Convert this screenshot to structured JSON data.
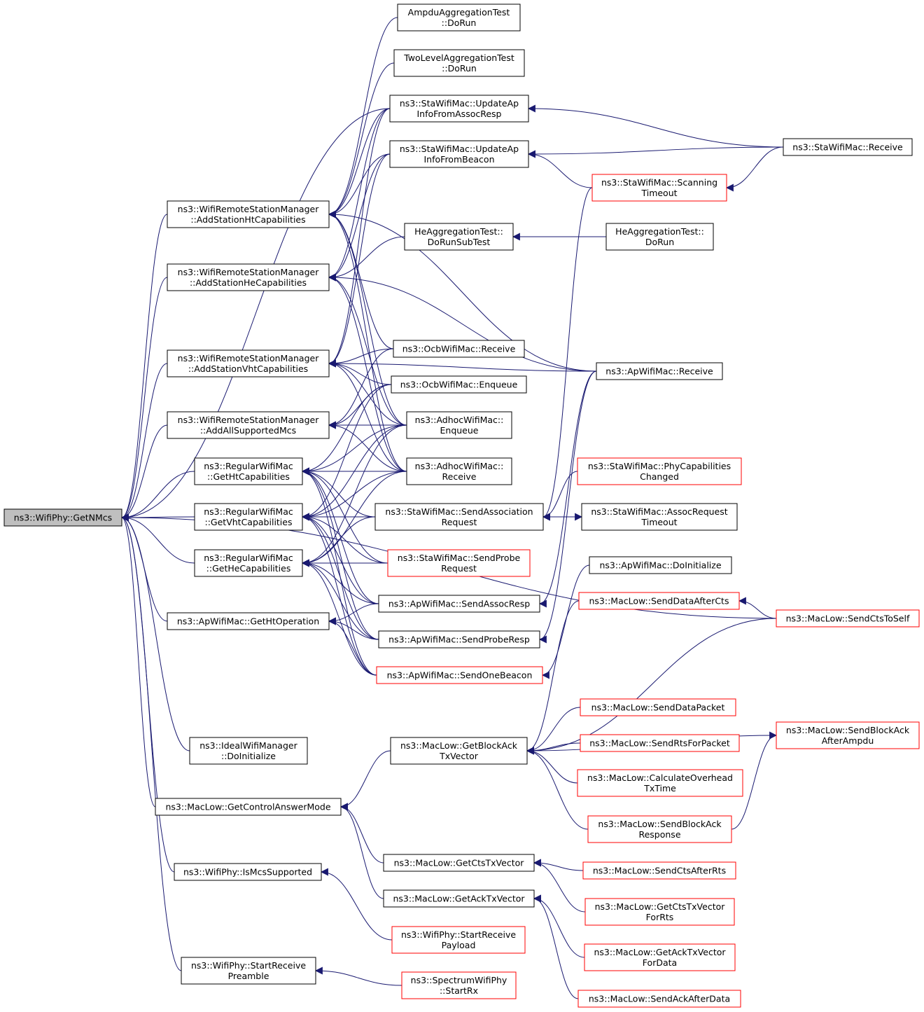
{
  "title": "",
  "colors": {
    "edge": "#191970",
    "node_border": "#000000",
    "undocumented_border": "#ff0000",
    "root_fill": "#bfbfbf",
    "node_fill": "#ffffff"
  },
  "nodes": [
    {
      "id": "root",
      "lines": [
        "ns3::WifiPhy::GetNMcs"
      ],
      "style": "root"
    },
    {
      "id": "addHt",
      "lines": [
        "ns3::WifiRemoteStationManager",
        "::AddStationHtCapabilities"
      ],
      "style": "normal"
    },
    {
      "id": "addHe",
      "lines": [
        "ns3::WifiRemoteStationManager",
        "::AddStationHeCapabilities"
      ],
      "style": "normal"
    },
    {
      "id": "addVht",
      "lines": [
        "ns3::WifiRemoteStationManager",
        "::AddStationVhtCapabilities"
      ],
      "style": "normal"
    },
    {
      "id": "addAll",
      "lines": [
        "ns3::WifiRemoteStationManager",
        "::AddAllSupportedMcs"
      ],
      "style": "normal"
    },
    {
      "id": "getHt",
      "lines": [
        "ns3::RegularWifiMac",
        "::GetHtCapabilities"
      ],
      "style": "normal"
    },
    {
      "id": "getVht",
      "lines": [
        "ns3::RegularWifiMac",
        "::GetVhtCapabilities"
      ],
      "style": "normal"
    },
    {
      "id": "getHe",
      "lines": [
        "ns3::RegularWifiMac",
        "::GetHeCapabilities"
      ],
      "style": "normal"
    },
    {
      "id": "getHtOp",
      "lines": [
        "ns3::ApWifiMac::GetHtOperation"
      ],
      "style": "normal"
    },
    {
      "id": "idealInit",
      "lines": [
        "ns3::IdealWifiManager",
        "::DoInitialize"
      ],
      "style": "normal"
    },
    {
      "id": "ctrlMode",
      "lines": [
        "ns3::MacLow::GetControlAnswerMode"
      ],
      "style": "normal"
    },
    {
      "id": "isMcs",
      "lines": [
        "ns3::WifiPhy::IsMcsSupported"
      ],
      "style": "normal"
    },
    {
      "id": "startPre",
      "lines": [
        "ns3::WifiPhy::StartReceive",
        "Preamble"
      ],
      "style": "normal"
    },
    {
      "id": "ampdu",
      "lines": [
        "AmpduAggregationTest",
        "::DoRun"
      ],
      "style": "normal"
    },
    {
      "id": "twoLevel",
      "lines": [
        "TwoLevelAggregationTest",
        "::DoRun"
      ],
      "style": "normal"
    },
    {
      "id": "updAssoc",
      "lines": [
        "ns3::StaWifiMac::UpdateAp",
        "InfoFromAssocResp"
      ],
      "style": "normal"
    },
    {
      "id": "updBeacon",
      "lines": [
        "ns3::StaWifiMac::UpdateAp",
        "InfoFromBeacon"
      ],
      "style": "normal"
    },
    {
      "id": "heSub",
      "lines": [
        "HeAggregationTest::",
        "DoRunSubTest"
      ],
      "style": "normal"
    },
    {
      "id": "ocbRecv",
      "lines": [
        "ns3::OcbWifiMac::Receive"
      ],
      "style": "normal"
    },
    {
      "id": "ocbEnq",
      "lines": [
        "ns3::OcbWifiMac::Enqueue"
      ],
      "style": "normal"
    },
    {
      "id": "adhocEnq",
      "lines": [
        "ns3::AdhocWifiMac::",
        "Enqueue"
      ],
      "style": "normal"
    },
    {
      "id": "adhocRecv",
      "lines": [
        "ns3::AdhocWifiMac::",
        "Receive"
      ],
      "style": "normal"
    },
    {
      "id": "sendAssocReq",
      "lines": [
        "ns3::StaWifiMac::SendAssociation",
        "Request"
      ],
      "style": "normal"
    },
    {
      "id": "sendProbeReq",
      "lines": [
        "ns3::StaWifiMac::SendProbe",
        "Request"
      ],
      "style": "red"
    },
    {
      "id": "sendAssocResp",
      "lines": [
        "ns3::ApWifiMac::SendAssocResp"
      ],
      "style": "normal"
    },
    {
      "id": "sendProbeResp",
      "lines": [
        "ns3::ApWifiMac::SendProbeResp"
      ],
      "style": "normal"
    },
    {
      "id": "sendOneBeacon",
      "lines": [
        "ns3::ApWifiMac::SendOneBeacon"
      ],
      "style": "red"
    },
    {
      "id": "getBlockAck",
      "lines": [
        "ns3::MacLow::GetBlockAck",
        "TxVector"
      ],
      "style": "normal"
    },
    {
      "id": "getCts",
      "lines": [
        "ns3::MacLow::GetCtsTxVector"
      ],
      "style": "normal"
    },
    {
      "id": "getAck",
      "lines": [
        "ns3::MacLow::GetAckTxVector"
      ],
      "style": "normal"
    },
    {
      "id": "startPay",
      "lines": [
        "ns3::WifiPhy::StartReceive",
        "Payload"
      ],
      "style": "red"
    },
    {
      "id": "specRx",
      "lines": [
        "ns3::SpectrumWifiPhy",
        "::StartRx"
      ],
      "style": "red"
    },
    {
      "id": "staRecv",
      "lines": [
        "ns3::StaWifiMac::Receive"
      ],
      "style": "normal"
    },
    {
      "id": "scanTimeout",
      "lines": [
        "ns3::StaWifiMac::Scanning",
        "Timeout"
      ],
      "style": "red"
    },
    {
      "id": "heDoRun",
      "lines": [
        "HeAggregationTest::",
        "DoRun"
      ],
      "style": "normal"
    },
    {
      "id": "apRecv",
      "lines": [
        "ns3::ApWifiMac::Receive"
      ],
      "style": "normal"
    },
    {
      "id": "phyCap",
      "lines": [
        "ns3::StaWifiMac::PhyCapabilities",
        "Changed"
      ],
      "style": "red"
    },
    {
      "id": "assocTimeout",
      "lines": [
        "ns3::StaWifiMac::AssocRequest",
        "Timeout"
      ],
      "style": "normal"
    },
    {
      "id": "apInit",
      "lines": [
        "ns3::ApWifiMac::DoInitialize"
      ],
      "style": "normal"
    },
    {
      "id": "sendDataAfterCts",
      "lines": [
        "ns3::MacLow::SendDataAfterCts"
      ],
      "style": "red"
    },
    {
      "id": "sendCtsToSelf",
      "lines": [
        "ns3::MacLow::SendCtsToSelf"
      ],
      "style": "red"
    },
    {
      "id": "sendDataPacket",
      "lines": [
        "ns3::MacLow::SendDataPacket"
      ],
      "style": "red"
    },
    {
      "id": "sendRtsForPacket",
      "lines": [
        "ns3::MacLow::SendRtsForPacket"
      ],
      "style": "red"
    },
    {
      "id": "calcOverhead",
      "lines": [
        "ns3::MacLow::CalculateOverhead",
        "TxTime"
      ],
      "style": "red"
    },
    {
      "id": "sendBlockAckResp",
      "lines": [
        "ns3::MacLow::SendBlockAck",
        "Response"
      ],
      "style": "red"
    },
    {
      "id": "sendBlockAckAfter",
      "lines": [
        "ns3::MacLow::SendBlockAck",
        "AfterAmpdu"
      ],
      "style": "red"
    },
    {
      "id": "sendCtsAfterRts",
      "lines": [
        "ns3::MacLow::SendCtsAfterRts"
      ],
      "style": "red"
    },
    {
      "id": "getCtsForRts",
      "lines": [
        "ns3::MacLow::GetCtsTxVector",
        "ForRts"
      ],
      "style": "red"
    },
    {
      "id": "getAckForData",
      "lines": [
        "ns3::MacLow::GetAckTxVector",
        "ForData"
      ],
      "style": "red"
    },
    {
      "id": "sendAckAfterData",
      "lines": [
        "ns3::MacLow::SendAckAfterData"
      ],
      "style": "red"
    }
  ],
  "edges": [
    [
      "root",
      "addHt"
    ],
    [
      "root",
      "addHe"
    ],
    [
      "root",
      "addVht"
    ],
    [
      "root",
      "addAll"
    ],
    [
      "root",
      "getHt"
    ],
    [
      "root",
      "getVht"
    ],
    [
      "root",
      "getHe"
    ],
    [
      "root",
      "getHtOp"
    ],
    [
      "root",
      "idealInit"
    ],
    [
      "root",
      "ctrlMode"
    ],
    [
      "root",
      "isMcs"
    ],
    [
      "root",
      "startPre"
    ],
    [
      "root",
      "updAssoc"
    ],
    [
      "root",
      "sendCtsToSelf"
    ],
    [
      "addHt",
      "ampdu"
    ],
    [
      "addHt",
      "twoLevel"
    ],
    [
      "addHt",
      "updAssoc"
    ],
    [
      "addHt",
      "updBeacon"
    ],
    [
      "addHt",
      "ocbRecv"
    ],
    [
      "addHt",
      "adhocEnq"
    ],
    [
      "addHt",
      "adhocRecv"
    ],
    [
      "addHt",
      "apRecv"
    ],
    [
      "addHe",
      "heSub"
    ],
    [
      "addHe",
      "updAssoc"
    ],
    [
      "addHe",
      "updBeacon"
    ],
    [
      "addHe",
      "adhocEnq"
    ],
    [
      "addHe",
      "adhocRecv"
    ],
    [
      "addHe",
      "apRecv"
    ],
    [
      "addVht",
      "updAssoc"
    ],
    [
      "addVht",
      "updBeacon"
    ],
    [
      "addVht",
      "ocbRecv"
    ],
    [
      "addVht",
      "ocbEnq"
    ],
    [
      "addVht",
      "adhocEnq"
    ],
    [
      "addVht",
      "adhocRecv"
    ],
    [
      "addVht",
      "apRecv"
    ],
    [
      "addAll",
      "ocbRecv"
    ],
    [
      "addAll",
      "ocbEnq"
    ],
    [
      "addAll",
      "adhocEnq"
    ],
    [
      "addAll",
      "adhocRecv"
    ],
    [
      "getHt",
      "ocbEnq"
    ],
    [
      "getHt",
      "adhocEnq"
    ],
    [
      "getHt",
      "adhocRecv"
    ],
    [
      "getHt",
      "sendAssocReq"
    ],
    [
      "getHt",
      "sendProbeReq"
    ],
    [
      "getHt",
      "sendAssocResp"
    ],
    [
      "getHt",
      "sendProbeResp"
    ],
    [
      "getHt",
      "sendOneBeacon"
    ],
    [
      "getVht",
      "ocbEnq"
    ],
    [
      "getVht",
      "adhocEnq"
    ],
    [
      "getVht",
      "adhocRecv"
    ],
    [
      "getVht",
      "sendAssocReq"
    ],
    [
      "getVht",
      "sendProbeReq"
    ],
    [
      "getVht",
      "sendAssocResp"
    ],
    [
      "getVht",
      "sendProbeResp"
    ],
    [
      "getVht",
      "sendOneBeacon"
    ],
    [
      "getHe",
      "adhocEnq"
    ],
    [
      "getHe",
      "adhocRecv"
    ],
    [
      "getHe",
      "sendAssocReq"
    ],
    [
      "getHe",
      "sendProbeReq"
    ],
    [
      "getHe",
      "sendAssocResp"
    ],
    [
      "getHe",
      "sendProbeResp"
    ],
    [
      "getHe",
      "sendOneBeacon"
    ],
    [
      "getHtOp",
      "sendAssocResp"
    ],
    [
      "getHtOp",
      "sendProbeResp"
    ],
    [
      "getHtOp",
      "sendOneBeacon"
    ],
    [
      "ctrlMode",
      "getBlockAck"
    ],
    [
      "ctrlMode",
      "getCts"
    ],
    [
      "ctrlMode",
      "getAck"
    ],
    [
      "isMcs",
      "startPay"
    ],
    [
      "startPre",
      "specRx"
    ],
    [
      "updAssoc",
      "staRecv"
    ],
    [
      "updBeacon",
      "staRecv"
    ],
    [
      "updBeacon",
      "scanTimeout"
    ],
    [
      "scanTimeout",
      "staRecv"
    ],
    [
      "heSub",
      "heDoRun"
    ],
    [
      "sendAssocReq",
      "scanTimeout"
    ],
    [
      "sendAssocReq",
      "phyCap"
    ],
    [
      "sendAssocReq",
      "assocTimeout"
    ],
    [
      "assocTimeout",
      "sendAssocReq"
    ],
    [
      "sendAssocResp",
      "apRecv"
    ],
    [
      "sendProbeResp",
      "apRecv"
    ],
    [
      "sendOneBeacon",
      "apInit"
    ],
    [
      "getBlockAck",
      "sendDataAfterCts"
    ],
    [
      "getBlockAck",
      "sendCtsToSelf"
    ],
    [
      "getBlockAck",
      "sendDataPacket"
    ],
    [
      "getBlockAck",
      "sendRtsForPacket"
    ],
    [
      "getBlockAck",
      "calcOverhead"
    ],
    [
      "getBlockAck",
      "sendBlockAckResp"
    ],
    [
      "getBlockAck",
      "sendBlockAckAfter"
    ],
    [
      "sendBlockAckAfter",
      "sendBlockAckResp"
    ],
    [
      "sendDataAfterCts",
      "sendCtsToSelf"
    ],
    [
      "getCts",
      "sendCtsAfterRts"
    ],
    [
      "getCts",
      "getCtsForRts"
    ],
    [
      "getAck",
      "getAckForData"
    ],
    [
      "getAck",
      "sendAckAfterData"
    ]
  ]
}
